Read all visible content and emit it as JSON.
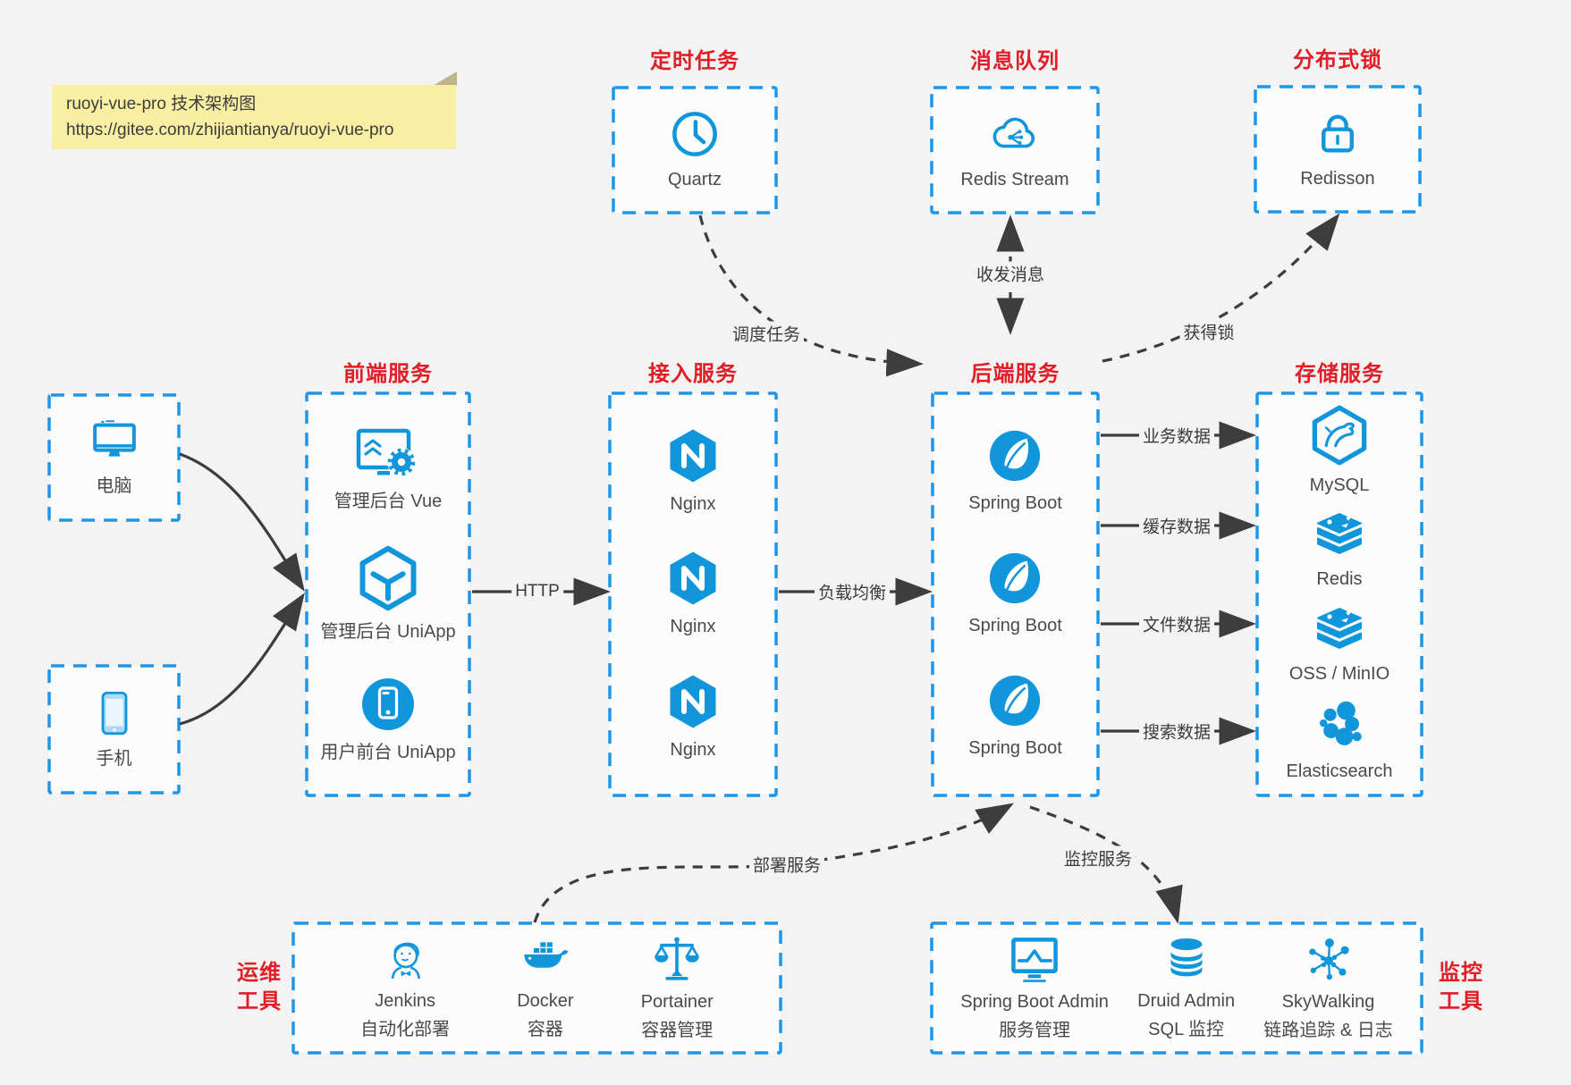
{
  "note": {
    "line1": "ruoyi-vue-pro 技术架构图",
    "line2": "https://gitee.com/zhijiantianya/ruoyi-vue-pro"
  },
  "colors": {
    "accent_blue": "#1296db",
    "border_blue": "#1e96e8",
    "title_red": "#e11d26",
    "arrow_dark": "#3d3d3d",
    "note_yellow": "#f8efa3",
    "background": "#f3f3f4"
  },
  "top_services": [
    {
      "title": "定时任务",
      "label": "Quartz",
      "icon": "clock-icon"
    },
    {
      "title": "消息队列",
      "label": "Redis Stream",
      "icon": "cloud-share-icon"
    },
    {
      "title": "分布式锁",
      "label": "Redisson",
      "icon": "lock-icon"
    }
  ],
  "devices": [
    {
      "label": "电脑",
      "icon": "desktop-icon"
    },
    {
      "label": "手机",
      "icon": "mobile-icon"
    }
  ],
  "columns": {
    "frontend": {
      "title": "前端服务",
      "items": [
        {
          "label": "管理后台 Vue",
          "icon": "admin-monitor-gear-icon"
        },
        {
          "label": "管理后台 UniApp",
          "icon": "uniapp-hexagon-icon"
        },
        {
          "label": "用户前台 UniApp",
          "icon": "mobile-app-circle-icon"
        }
      ]
    },
    "gateway": {
      "title": "接入服务",
      "items": [
        {
          "label": "Nginx",
          "icon": "nginx-icon"
        },
        {
          "label": "Nginx",
          "icon": "nginx-icon"
        },
        {
          "label": "Nginx",
          "icon": "nginx-icon"
        }
      ]
    },
    "backend": {
      "title": "后端服务",
      "items": [
        {
          "label": "Spring Boot",
          "icon": "spring-boot-icon"
        },
        {
          "label": "Spring Boot",
          "icon": "spring-boot-icon"
        },
        {
          "label": "Spring Boot",
          "icon": "spring-boot-icon"
        }
      ]
    },
    "storage": {
      "title": "存储服务",
      "items": [
        {
          "label": "MySQL",
          "icon": "mysql-icon"
        },
        {
          "label": "Redis",
          "icon": "redis-stack-icon"
        },
        {
          "label": "OSS / MinIO",
          "icon": "storage-stack-icon"
        },
        {
          "label": "Elasticsearch",
          "icon": "elasticsearch-icon"
        }
      ]
    }
  },
  "bottom_groups": {
    "ops": {
      "side_label": "运维\n工具",
      "items": [
        {
          "label": "Jenkins",
          "sublabel": "自动化部署",
          "icon": "jenkins-icon"
        },
        {
          "label": "Docker",
          "sublabel": "容器",
          "icon": "docker-icon"
        },
        {
          "label": "Portainer",
          "sublabel": "容器管理",
          "icon": "portainer-icon"
        }
      ]
    },
    "monitoring": {
      "side_label": "监控\n工具",
      "items": [
        {
          "label": "Spring Boot Admin",
          "sublabel": "服务管理",
          "icon": "admin-chart-monitor-icon"
        },
        {
          "label": "Druid Admin",
          "sublabel": "SQL 监控",
          "icon": "druid-database-icon"
        },
        {
          "label": "SkyWalking",
          "sublabel": "链路追踪 & 日志",
          "icon": "skywalking-icon"
        }
      ]
    }
  },
  "edges": {
    "http": "HTTP",
    "load_balance": "负载均衡",
    "biz_data": "业务数据",
    "cache_data": "缓存数据",
    "file_data": "文件数据",
    "search_data": "搜索数据",
    "schedule": "调度任务",
    "message": "收发消息",
    "lock": "获得锁",
    "deploy": "部署服务",
    "monitor": "监控服务"
  }
}
